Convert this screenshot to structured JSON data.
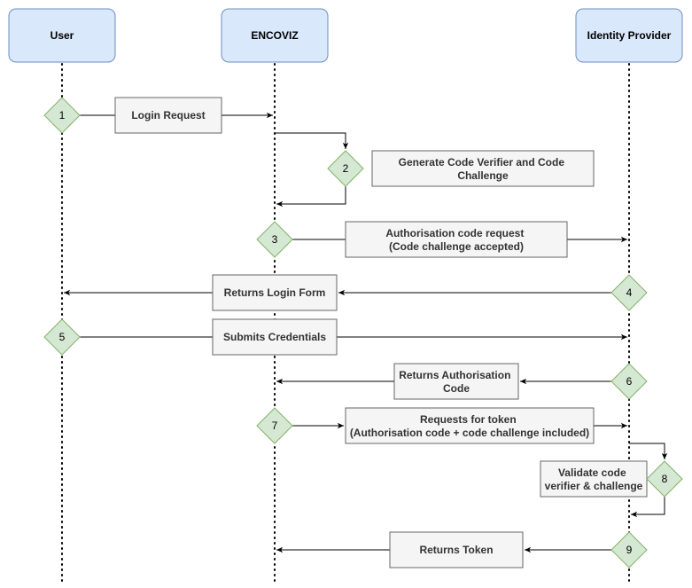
{
  "participants": [
    {
      "id": "user",
      "label": "User"
    },
    {
      "id": "encoviz",
      "label": "ENCOVIZ"
    },
    {
      "id": "idp",
      "label": "Identity Provider"
    }
  ],
  "steps": [
    {
      "number": "1",
      "lines": [
        "Login Request"
      ]
    },
    {
      "number": "2",
      "lines": [
        "Generate Code Verifier and Code",
        "Challenge"
      ]
    },
    {
      "number": "3",
      "lines": [
        "Authorisation code request",
        "(Code challenge accepted)"
      ]
    },
    {
      "number": "4",
      "lines": [
        "Returns Login Form"
      ]
    },
    {
      "number": "5",
      "lines": [
        "Submits Credentials"
      ]
    },
    {
      "number": "6",
      "lines": [
        "Returns Authorisation",
        "Code"
      ]
    },
    {
      "number": "7",
      "lines": [
        "Requests for token",
        "(Authorisation code + code challenge included)"
      ]
    },
    {
      "number": "8",
      "lines": [
        "Validate code",
        "verifier & challenge"
      ]
    },
    {
      "number": "9",
      "lines": [
        "Returns Token"
      ]
    }
  ],
  "colors": {
    "participant_fill": "#dae8fc",
    "participant_stroke": "#6c8ebf",
    "step_fill": "#f5f5f5",
    "step_stroke": "#666666",
    "marker_fill": "#d5e8d4",
    "marker_stroke": "#82b366"
  }
}
